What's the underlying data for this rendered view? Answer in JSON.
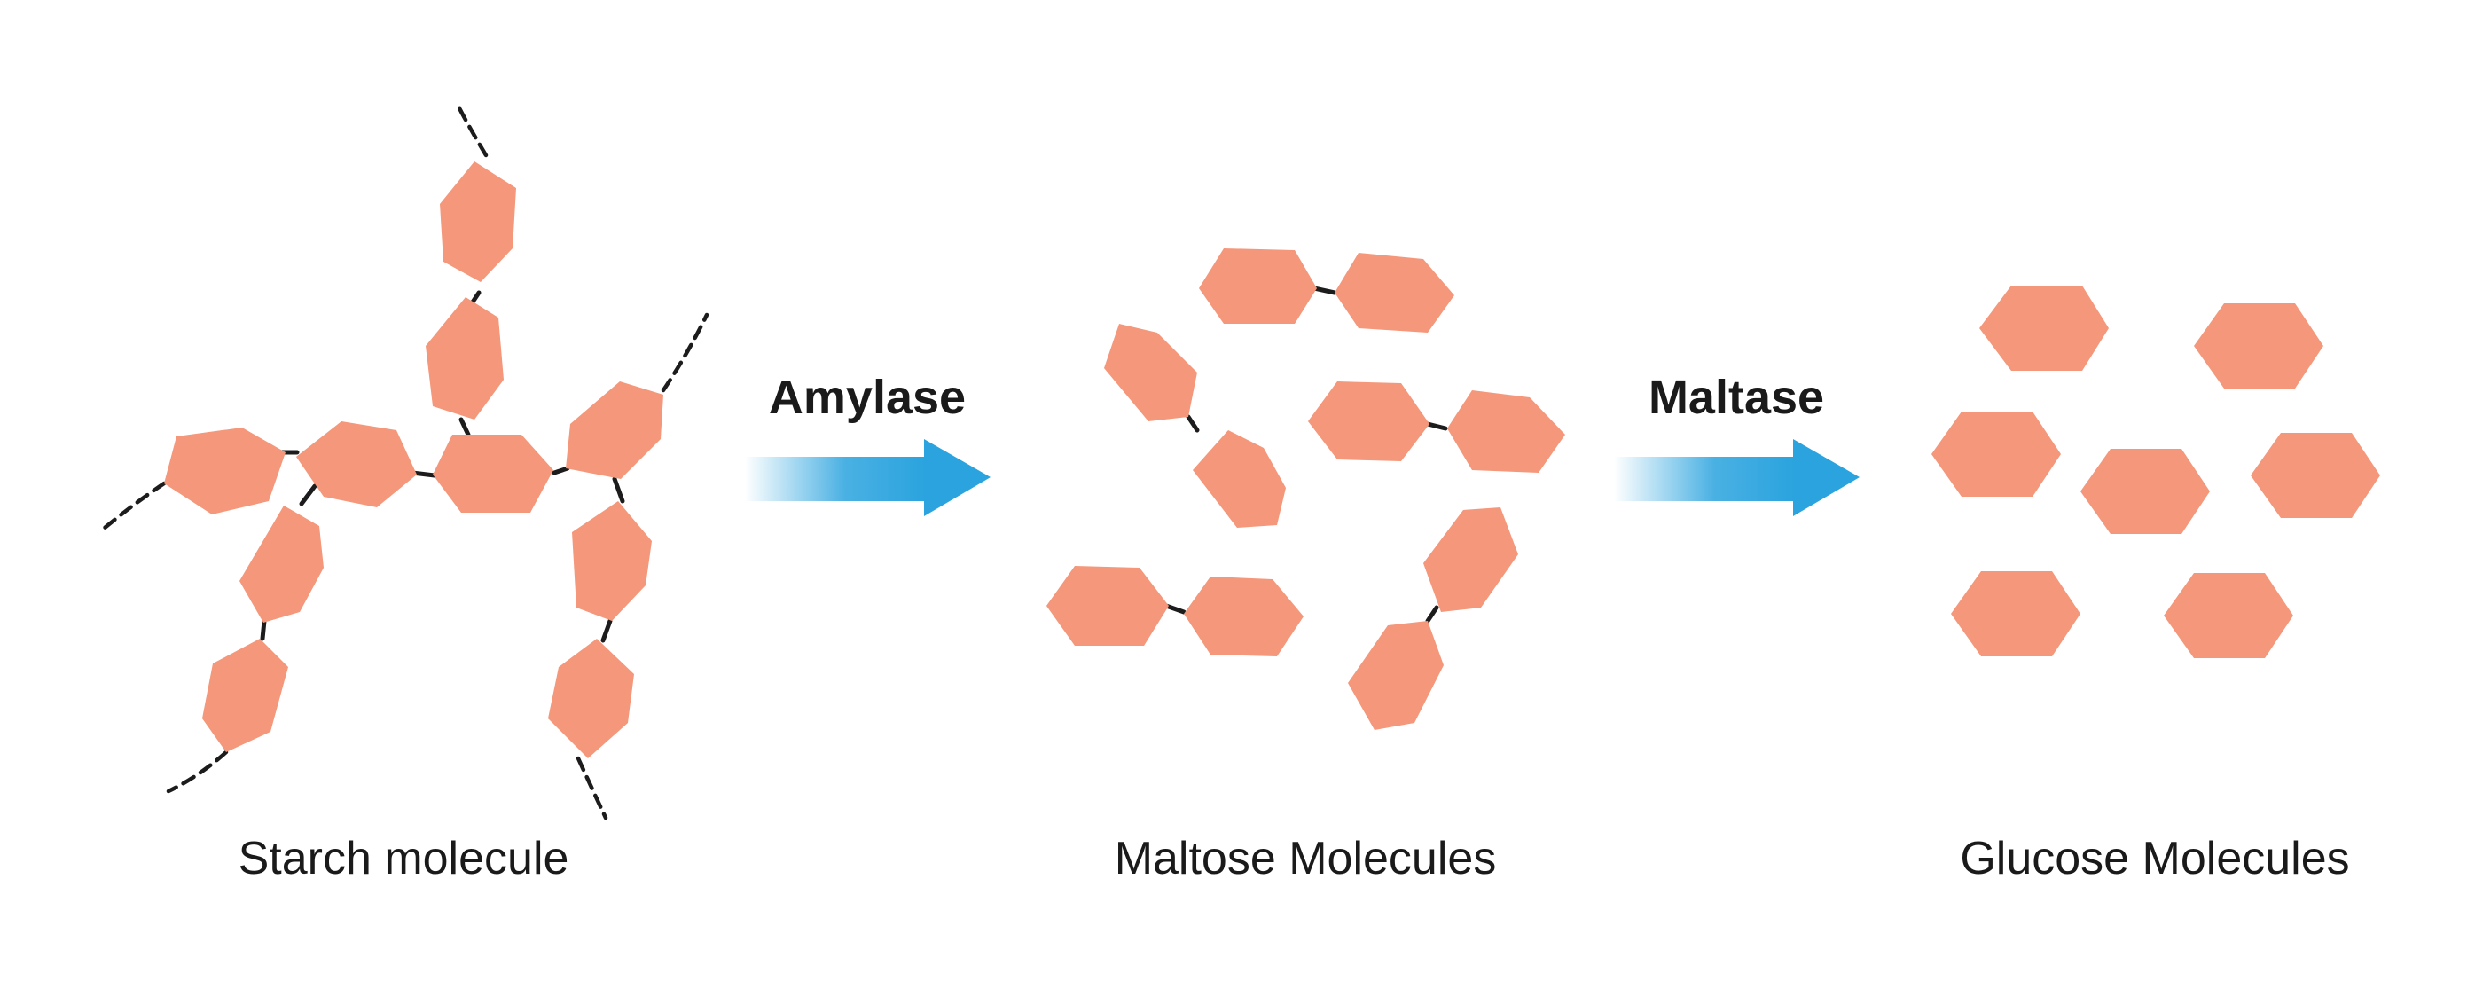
{
  "labels": {
    "starch": "Starch molecule",
    "maltose": "Maltose Molecules",
    "glucose": "Glucose Molecules"
  },
  "enzymes": {
    "first": "Amylase",
    "second": "Maltase"
  },
  "colors": {
    "molecule": "#f4977a",
    "arrow": "#2aa3de",
    "bond": "#1c1c1c",
    "text": "#1a1a1a"
  }
}
